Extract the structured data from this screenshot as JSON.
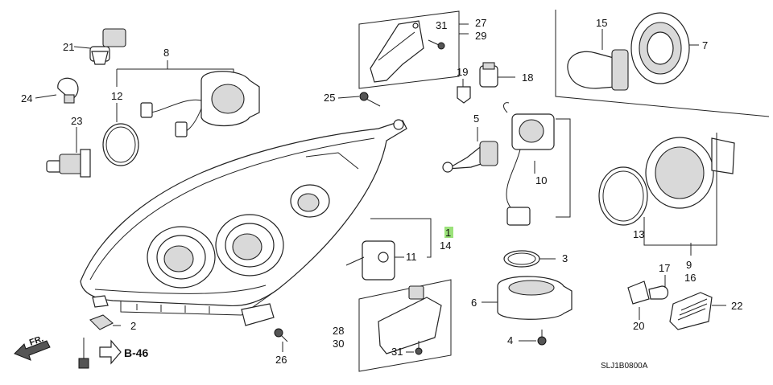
{
  "labels": {
    "p1": "1",
    "p2": "2",
    "p3": "3",
    "p4": "4",
    "p5": "5",
    "p6": "6",
    "p7": "7",
    "p8": "8",
    "p9": "9",
    "p10": "10",
    "p11": "11",
    "p12": "12",
    "p13": "13",
    "p14": "14",
    "p15": "15",
    "p16": "16",
    "p17": "17",
    "p18": "18",
    "p19": "19",
    "p20": "20",
    "p21": "21",
    "p22": "22",
    "p23": "23",
    "p24": "24",
    "p25": "25",
    "p26": "26",
    "p27": "27",
    "p28": "28",
    "p29": "29",
    "p30": "30",
    "p31a": "31",
    "p31b": "31"
  },
  "direction": "FR.",
  "reference": "B-46",
  "diagram_code": "SLJ1B0800A",
  "colors": {
    "highlight": "#9be27a",
    "line": "#222222"
  }
}
